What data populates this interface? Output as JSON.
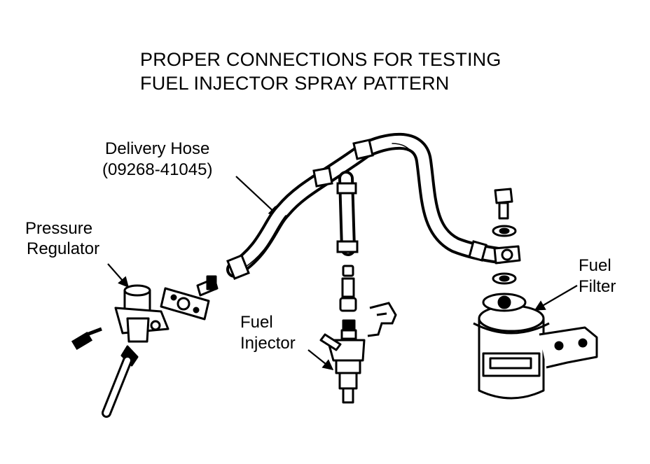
{
  "title": {
    "line1": "PROPER CONNECTIONS FOR TESTING",
    "line2": "FUEL INJECTOR SPRAY PATTERN"
  },
  "labels": {
    "delivery_hose": {
      "line1": "Delivery Hose",
      "line2": "(09268-41045)"
    },
    "pressure_regulator": {
      "line1": "Pressure",
      "line2": "Regulator"
    },
    "fuel_injector": {
      "line1": "Fuel",
      "line2": "Injector"
    },
    "fuel_filter": {
      "line1": "Fuel",
      "line2": "Filter"
    }
  },
  "colors": {
    "ink": "#000000",
    "paper": "#ffffff"
  }
}
